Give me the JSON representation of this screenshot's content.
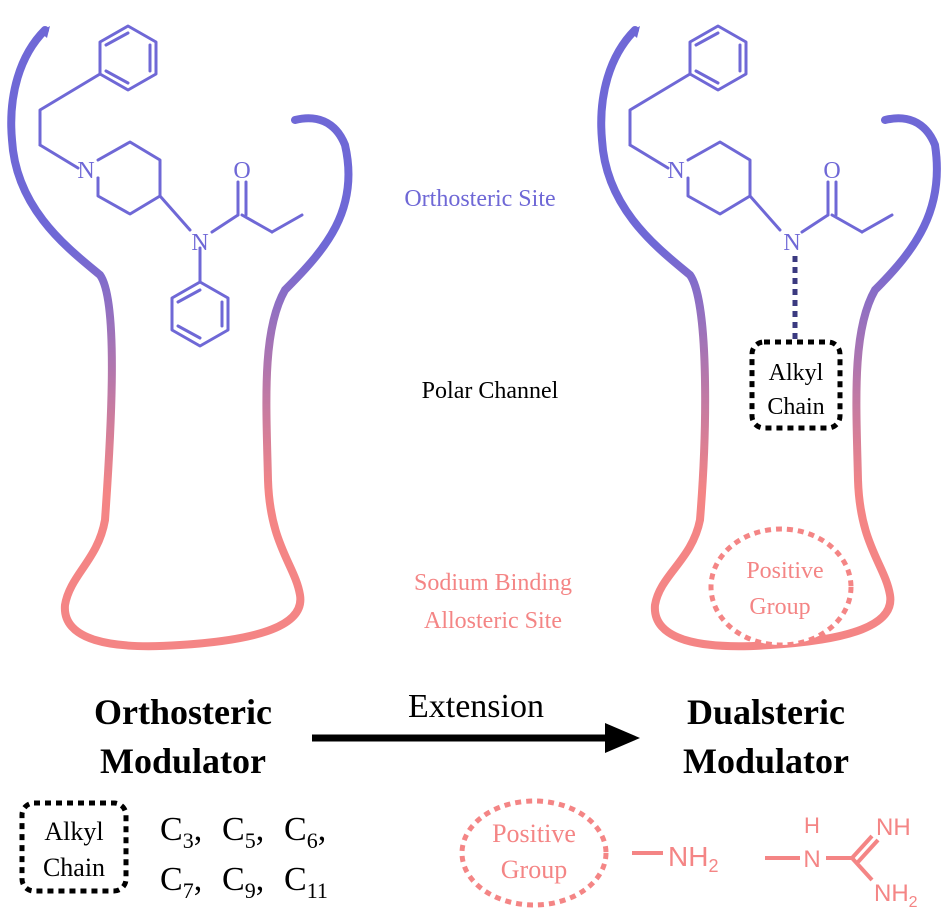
{
  "labels": {
    "orthosteric_site": "Orthosteric Site",
    "polar_channel": "Polar Channel",
    "sodium_line1": "Sodium Binding",
    "sodium_line2": "Allosteric Site",
    "extension": "Extension",
    "ortho_title_1": "Orthosteric",
    "ortho_title_2": "Modulator",
    "dual_title_1": "Dualsteric",
    "dual_title_2": "Modulator"
  },
  "molecule": {
    "atom_N1": "N",
    "atom_N2": "N",
    "atom_O": "O"
  },
  "dual_box": {
    "alkyl_1": "Alkyl",
    "alkyl_2": "Chain",
    "positive_1": "Positive",
    "positive_2": "Group"
  },
  "legend": {
    "alkyl_1": "Alkyl",
    "alkyl_2": "Chain",
    "chain_lengths_row1": [
      "3",
      "5",
      "6"
    ],
    "chain_lengths_row2": [
      "7",
      "9",
      "11"
    ],
    "carbon_symbol": "C",
    "positive_1": "Positive",
    "positive_2": "Group",
    "amine_N": "NH",
    "amine_sub": "2",
    "guan_H": "H",
    "guan_N": "N",
    "guan_NH": "NH",
    "guan_NH2": "NH",
    "guan_sub": "2"
  },
  "colors": {
    "purple": "#6f68d6",
    "pink": "#f48585",
    "black": "#000000"
  }
}
